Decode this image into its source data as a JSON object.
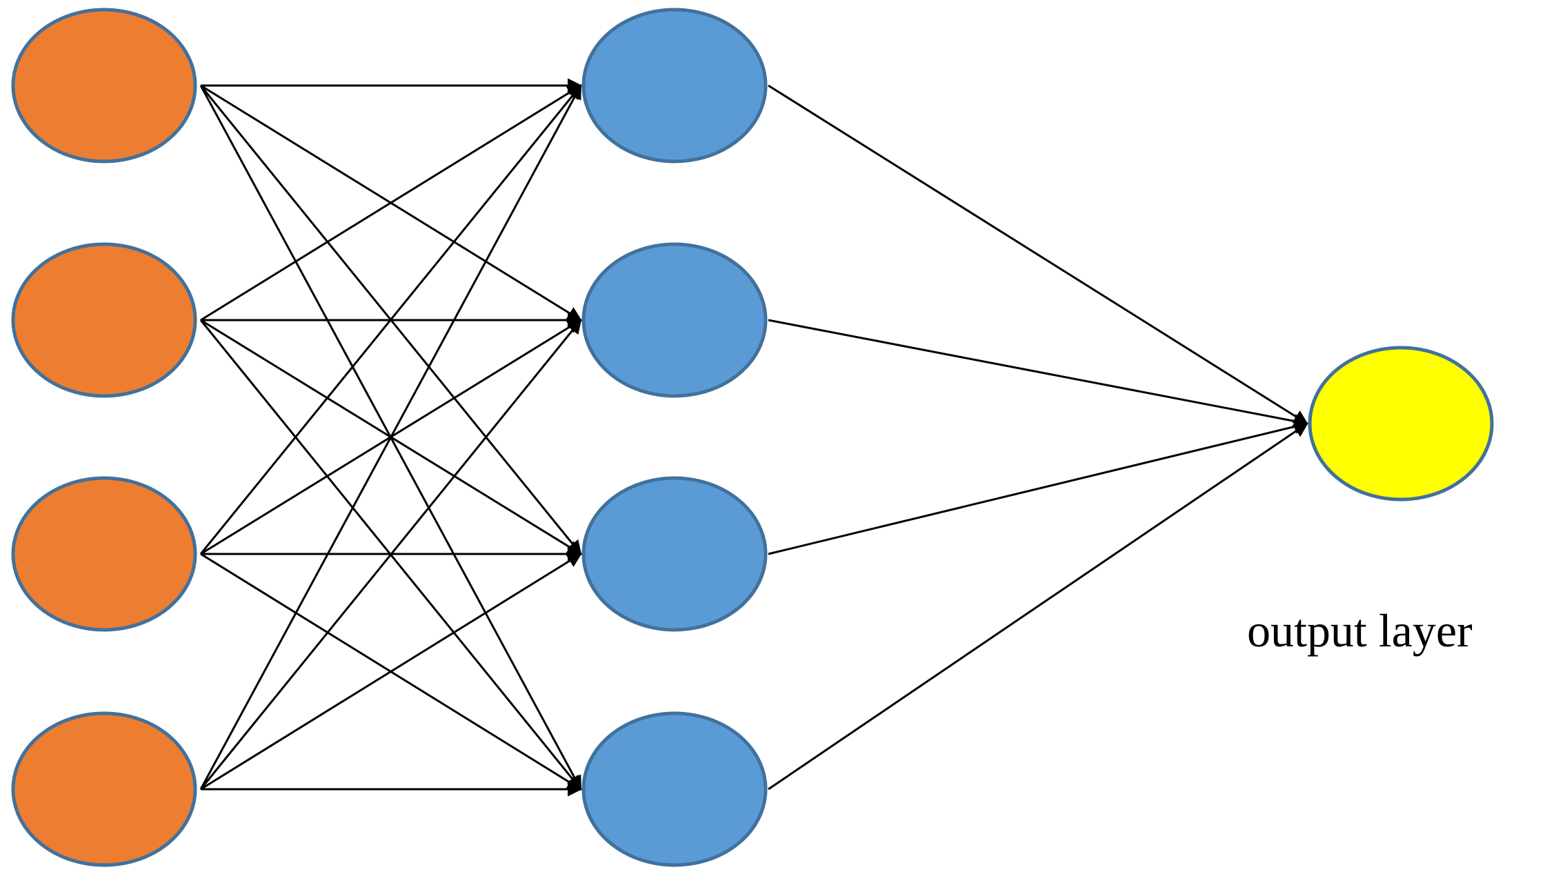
{
  "colors": {
    "input_fill": "#ED7D31",
    "hidden_fill": "#5B9BD5",
    "output_fill": "#FFFF00",
    "node_border": "#41719C",
    "edge": "#000000",
    "background": "#FFFFFF"
  },
  "layers": [
    {
      "id": "input",
      "node_count": 4,
      "label": ""
    },
    {
      "id": "hidden",
      "node_count": 4,
      "label": ""
    },
    {
      "id": "output",
      "node_count": 1,
      "label": "output layer"
    }
  ],
  "connections": [
    {
      "from": "input",
      "to": "hidden",
      "pattern": "fully-connected",
      "arrowheads": true
    },
    {
      "from": "hidden",
      "to": "output",
      "pattern": "fully-connected",
      "arrowheads": true
    }
  ]
}
